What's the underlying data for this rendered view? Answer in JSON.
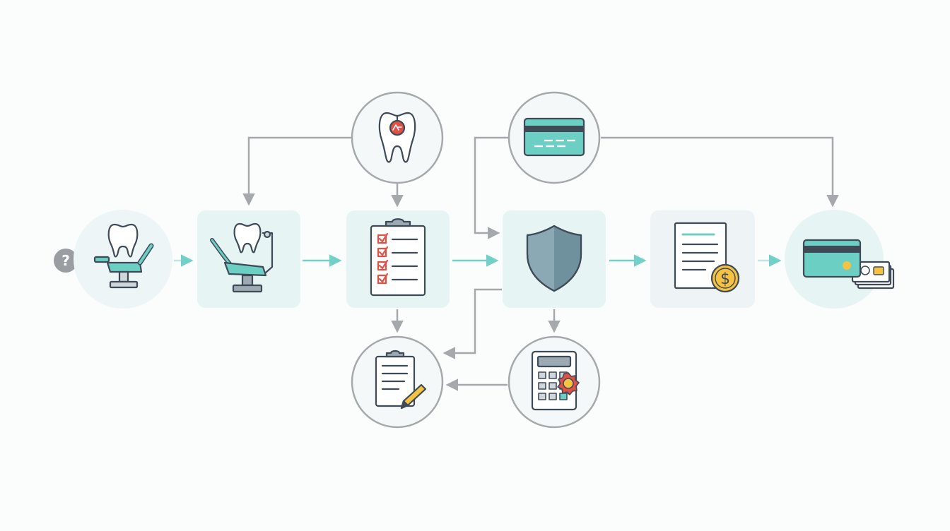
{
  "diagram": {
    "nodes": [
      {
        "id": "question",
        "icon": "question-mark-icon",
        "label": "?"
      },
      {
        "id": "exam",
        "icon": "tooth-dental-chair-icon"
      },
      {
        "id": "treatment",
        "icon": "tooth-dental-unit-icon"
      },
      {
        "id": "diagnosis",
        "icon": "tooth-diagnosis-icon"
      },
      {
        "id": "treatment-plan",
        "icon": "checklist-clipboard-icon"
      },
      {
        "id": "insurance-card",
        "icon": "insurance-card-icon"
      },
      {
        "id": "coverage",
        "icon": "shield-icon"
      },
      {
        "id": "estimate",
        "icon": "clipboard-pen-icon"
      },
      {
        "id": "calculation",
        "icon": "calculator-icon"
      },
      {
        "id": "billing",
        "icon": "invoice-dollar-icon"
      },
      {
        "id": "payment",
        "icon": "credit-card-payment-icon"
      }
    ],
    "edges": [
      {
        "from": "exam",
        "to": "treatment"
      },
      {
        "from": "treatment",
        "to": "treatment-plan"
      },
      {
        "from": "treatment-plan",
        "to": "coverage"
      },
      {
        "from": "coverage",
        "to": "billing"
      },
      {
        "from": "billing",
        "to": "payment"
      },
      {
        "from": "diagnosis",
        "to": "treatment"
      },
      {
        "from": "diagnosis",
        "to": "treatment-plan"
      },
      {
        "from": "insurance-card",
        "to": "coverage"
      },
      {
        "from": "insurance-card",
        "to": "payment"
      },
      {
        "from": "treatment-plan",
        "to": "estimate"
      },
      {
        "from": "coverage",
        "to": "estimate"
      },
      {
        "from": "coverage",
        "to": "calculation"
      },
      {
        "from": "calculation",
        "to": "estimate"
      }
    ],
    "colors": {
      "teal": "#6ccfc4",
      "teal_light": "#e6f4f3",
      "node_fill": "#eef5f6",
      "connector": "#a6a9ab",
      "flow_arrow": "#72d0c8",
      "outline": "#3f4a57",
      "shield": "#8aa9b5",
      "coin": "#f5c242",
      "alert_red": "#e05045"
    }
  }
}
